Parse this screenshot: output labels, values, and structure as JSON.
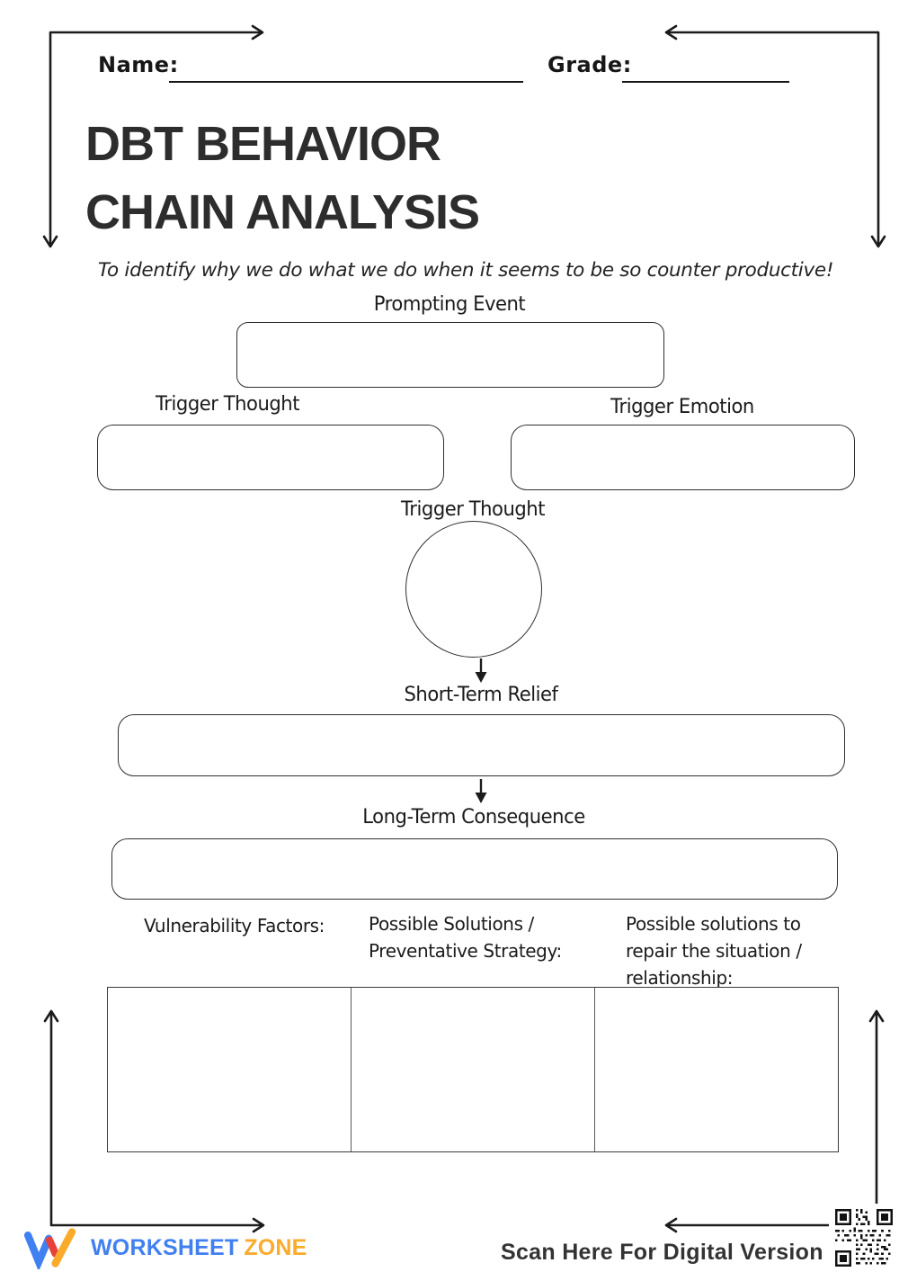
{
  "page": {
    "name_label": "Name:",
    "grade_label": "Grade:",
    "title_line1": "DBT BEHAVIOR",
    "title_line2": "CHAIN ANALYSIS",
    "subtitle": "To identify why we do what we do when it seems to be so counter productive!"
  },
  "diagram": {
    "prompting_event": "Prompting Event",
    "trigger_thought": "Trigger Thought",
    "trigger_emotion": "Trigger Emotion",
    "trigger_thought_circle": "Trigger Thought",
    "short_term_relief": "Short-Term Relief",
    "long_term_consequence": "Long-Term Consequence"
  },
  "columns": [
    {
      "label": "Vulnerability Factors:"
    },
    {
      "label": "Possible Solutions / Preventative Strategy:"
    },
    {
      "label": "Possible solutions to repair the situation / relationship:"
    }
  ],
  "footer": {
    "brand_part1": "WORKSHEET",
    "brand_part2": "ZONE",
    "scan_label": "Scan Here For Digital Version",
    "icons": [
      "worksheet-zone-logo",
      "qr-code-icon",
      "corner-arrow-icons"
    ],
    "colors": {
      "brand_blue": "#4180F1",
      "brand_orange": "#FBAB2C",
      "logo_red": "#E8413C",
      "ink": "#1e1e1e"
    }
  }
}
